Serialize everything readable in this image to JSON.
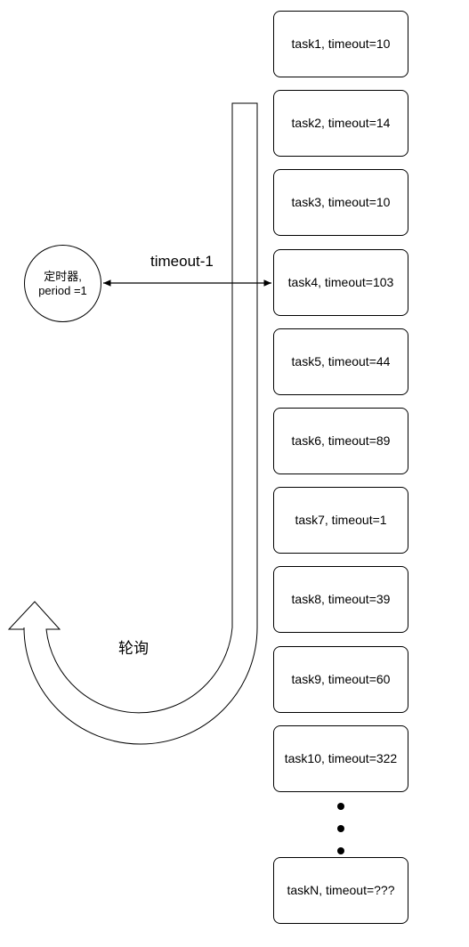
{
  "timer": {
    "line1": "定时器,",
    "line2": "period =1"
  },
  "arrow_label": "timeout-1",
  "poll_label": "轮询",
  "tasks": [
    "task1, timeout=10",
    "task2, timeout=14",
    "task3, timeout=10",
    "task4, timeout=103",
    "task5, timeout=44",
    "task6, timeout=89",
    "task7, timeout=1",
    "task8, timeout=39",
    "task9, timeout=60",
    "task10, timeout=322",
    "taskN, timeout=???"
  ],
  "ellipsis_dots": 3,
  "colors": {
    "stroke": "#000000",
    "fill": "#ffffff",
    "text": "#000000"
  }
}
